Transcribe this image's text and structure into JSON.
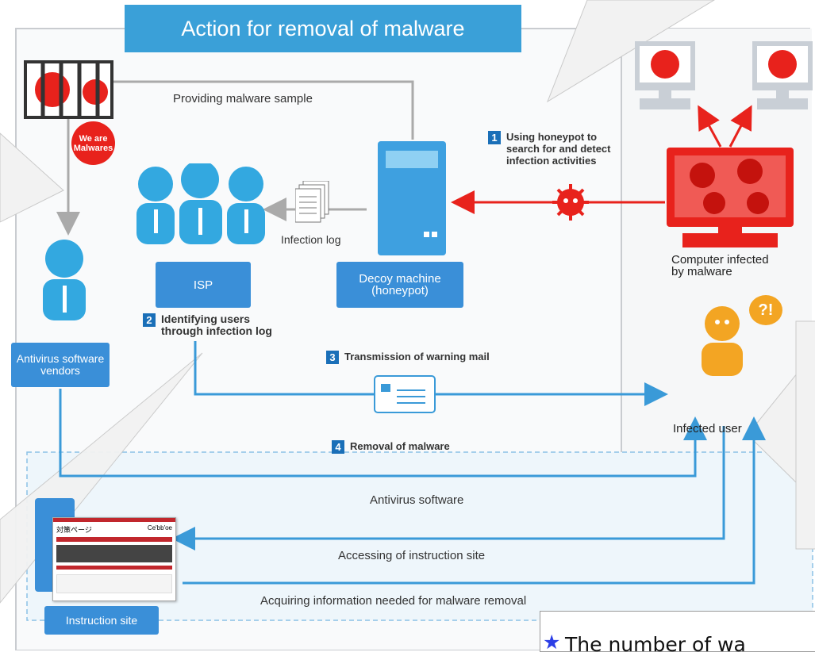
{
  "title": "Action for removal of malware",
  "flow": {
    "providing_sample": "Providing malware sample",
    "infection_log": "Infection log",
    "computer_infected": [
      "Computer infected",
      "by malware"
    ],
    "infected_user": "Infected user",
    "antivirus_software": "Antivirus software",
    "accessing_site": "Accessing of instruction site",
    "acquiring_info": "Acquiring information needed for malware removal"
  },
  "boxes": {
    "isp": "ISP",
    "decoy": [
      "Decoy machine",
      "(honeypot)"
    ],
    "vendors": [
      "Antivirus software",
      "vendors"
    ],
    "instruction_site": "Instruction site"
  },
  "bubble_malware": [
    "We are",
    "Malwares"
  ],
  "exclaim": "?!",
  "steps": [
    {
      "num": "1",
      "lines": [
        "Using honeypot to",
        "search for and detect",
        "infection activities"
      ]
    },
    {
      "num": "2",
      "lines": [
        "Identifying users",
        "through infection log"
      ]
    },
    {
      "num": "3",
      "lines": [
        "Transmission of warning mail"
      ]
    },
    {
      "num": "4",
      "lines": [
        "Removal of malware"
      ]
    }
  ],
  "site_thumbnail": {
    "heading": "対策ページ",
    "logo": "Ce'bb'oe"
  },
  "footer_note": "★The number of wa",
  "colors": {
    "accent": "#3aa0d8",
    "box": "#3a8fd8",
    "arrow_red": "#e8221c",
    "line_blue": "#3a9ad8",
    "user_orange": "#f3a523"
  }
}
